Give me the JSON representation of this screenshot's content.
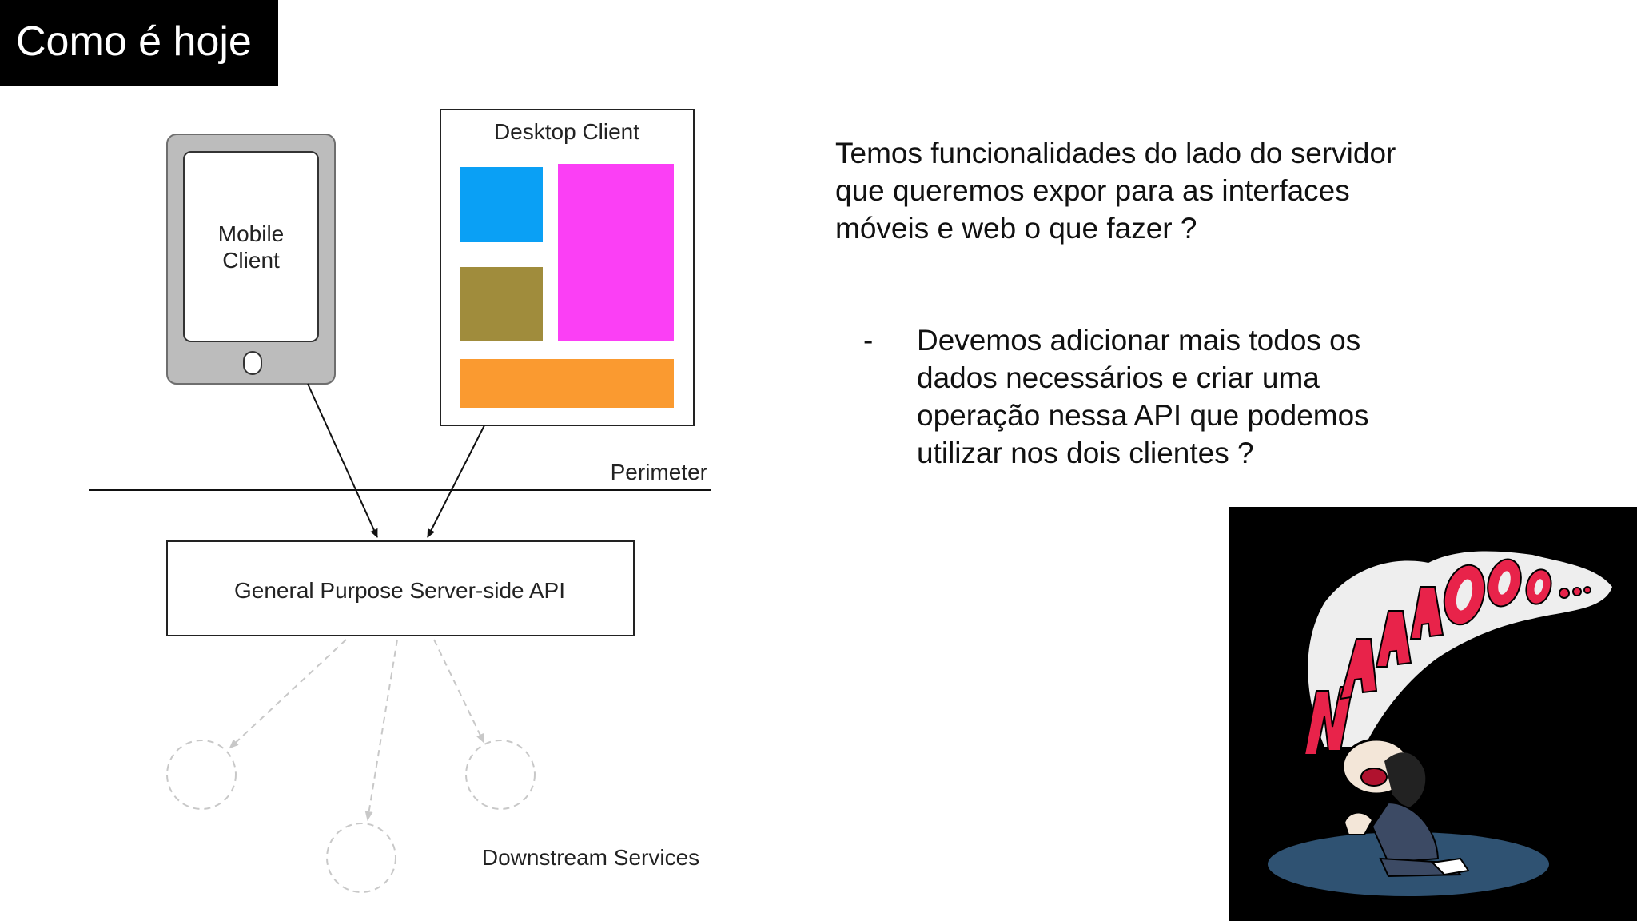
{
  "slide": {
    "title": "Como é hoje"
  },
  "diagram": {
    "mobile_client_line1": "Mobile",
    "mobile_client_line2": "Client",
    "desktop_client": "Desktop Client",
    "perimeter": "Perimeter",
    "api_box": "General Purpose Server-side API",
    "downstream": "Downstream Services",
    "colors": {
      "blue": "#0aa0f5",
      "magenta": "#fb3ff5",
      "olive": "#a08c3c",
      "orange": "#fa9a30",
      "device_gray": "#bcbcbc"
    }
  },
  "text": {
    "paragraph": "Temos funcionalidades do lado do servidor que queremos expor para as interfaces móveis e web o que fazer ?",
    "bullet_mark": "-",
    "bullet_text": "Devemos adicionar mais todos os dados necessários e criar uma operação nessa API que podemos utilizar nos dois clientes ?"
  },
  "cartoon": {
    "shout_text": "NÃÃÃOOO..."
  }
}
